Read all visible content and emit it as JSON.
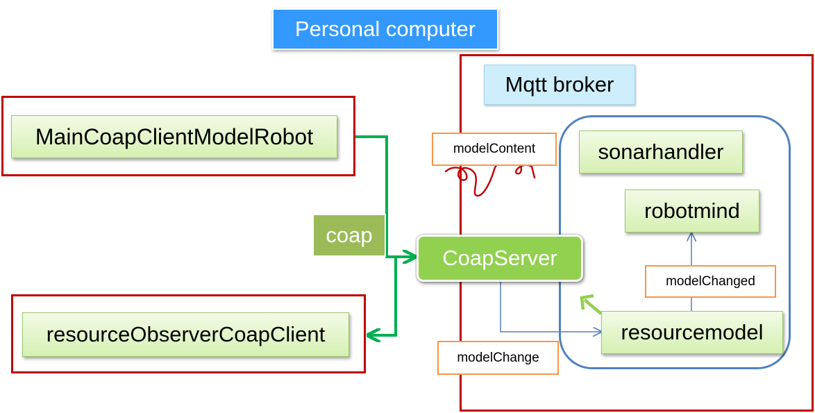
{
  "title": "Personal computer",
  "broker": "Mqtt broker",
  "protocol_label": "coap",
  "nodes": {
    "main_client": "MainCoapClientModelRobot",
    "observer_client": "resourceObserverCoapClient",
    "coap_server": "CoapServer",
    "sonarhandler": "sonarhandler",
    "robotmind": "robotmind",
    "resourcemodel": "resourcemodel"
  },
  "messages": {
    "model_content": "modelContent",
    "model_changed": "modelChanged",
    "model_change": "modelChange"
  },
  "colors": {
    "frame_red": "#c00000",
    "coap_link": "#00b050",
    "actor_container": "#4f81bd",
    "message_border": "#f79646",
    "title_blue": "#3399ff"
  }
}
